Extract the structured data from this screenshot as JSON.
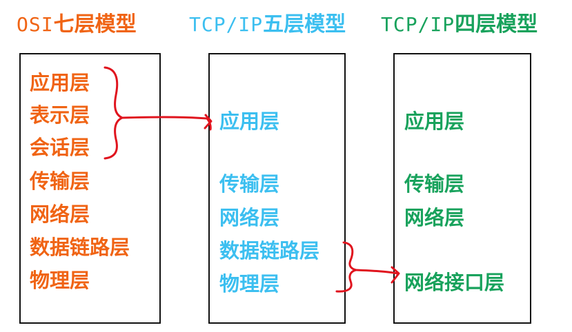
{
  "colors": {
    "osi": "#f06414",
    "tcp5": "#3cbff0",
    "tcp4": "#18a25c",
    "connector": "#e0141e",
    "border": "#111111"
  },
  "titles": {
    "osi": {
      "latin": "OSI",
      "cjk": "七层模型"
    },
    "tcp5": {
      "latin": "TCP/IP",
      "cjk": "五层模型"
    },
    "tcp4": {
      "latin": "TCP/IP",
      "cjk": "四层模型"
    }
  },
  "osi_layers": [
    "应用层",
    "表示层",
    "会话层",
    "传输层",
    "网络层",
    "数据链路层",
    "物理层"
  ],
  "tcp5_layers": [
    "应用层",
    "传输层",
    "网络层",
    "数据链路层",
    "物理层"
  ],
  "tcp4_layers": [
    "应用层",
    "传输层",
    "网络层",
    "网络接口层"
  ]
}
